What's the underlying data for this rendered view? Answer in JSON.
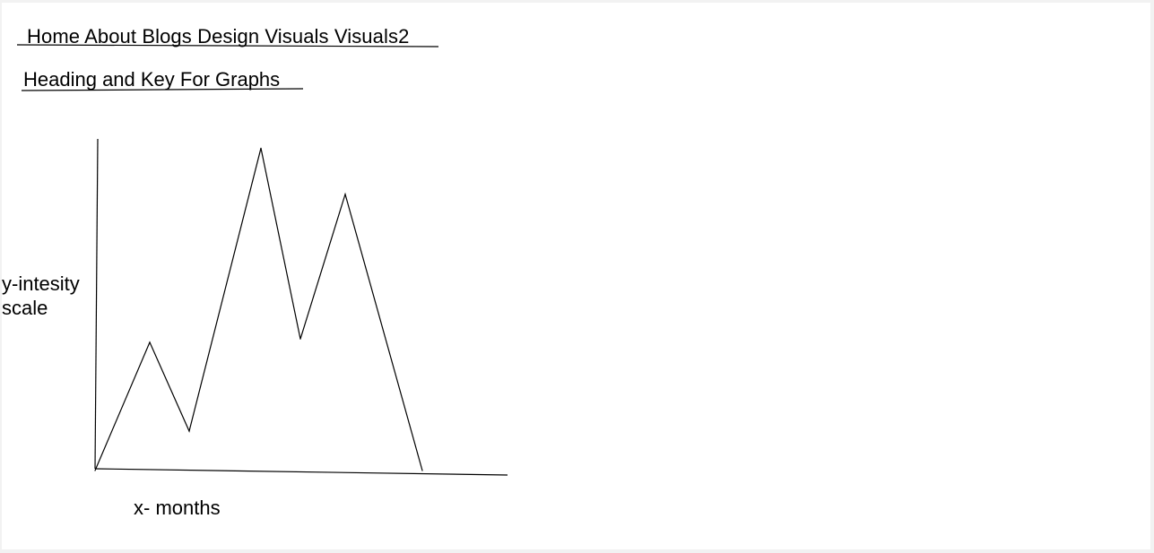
{
  "nav": {
    "items": [
      "Home",
      "About",
      "Blogs",
      "Design",
      "Visuals",
      "Visuals2"
    ]
  },
  "subheading": "Heading and Key For Graphs",
  "chart_data": {
    "type": "line",
    "xlabel": "x- months",
    "ylabel_lines": [
      "y-intesity",
      "scale"
    ],
    "series": [
      {
        "values": [
          0,
          39,
          12,
          98,
          40,
          84,
          0
        ]
      }
    ],
    "ylim": [
      0,
      100
    ],
    "grid": false
  },
  "colors": {
    "background": "#ffffff",
    "stroke": "#000000",
    "frame": "#f2f2f2"
  }
}
